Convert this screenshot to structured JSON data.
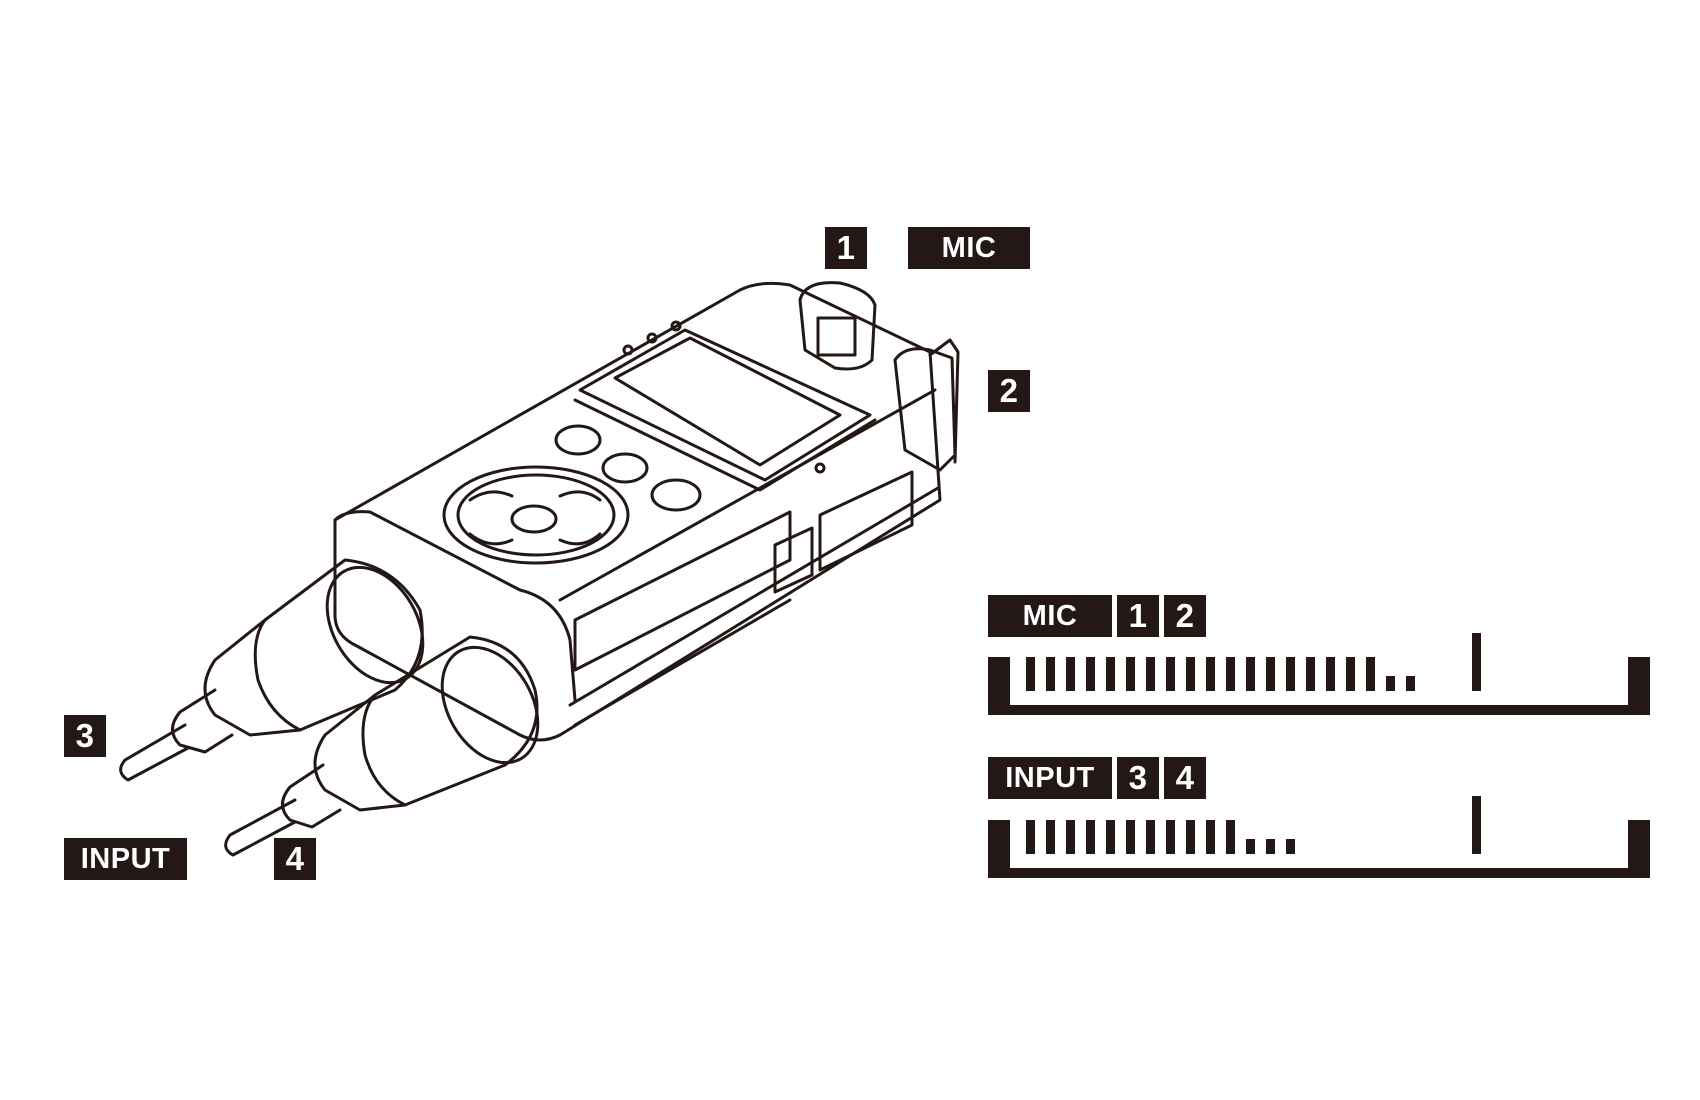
{
  "callouts": {
    "mic_label": "MIC",
    "input_label": "INPUT",
    "mic1": "1",
    "mic2": "2",
    "input3": "3",
    "input4": "4"
  },
  "meters": {
    "mic": {
      "label": "MIC",
      "channels": [
        "1",
        "2"
      ],
      "full_segments": 18,
      "small_segments": 2
    },
    "input": {
      "label": "INPUT",
      "channels": [
        "3",
        "4"
      ],
      "full_segments": 11,
      "small_segments": 3
    }
  },
  "colors": {
    "ink": "#231815",
    "background": "#ffffff"
  }
}
